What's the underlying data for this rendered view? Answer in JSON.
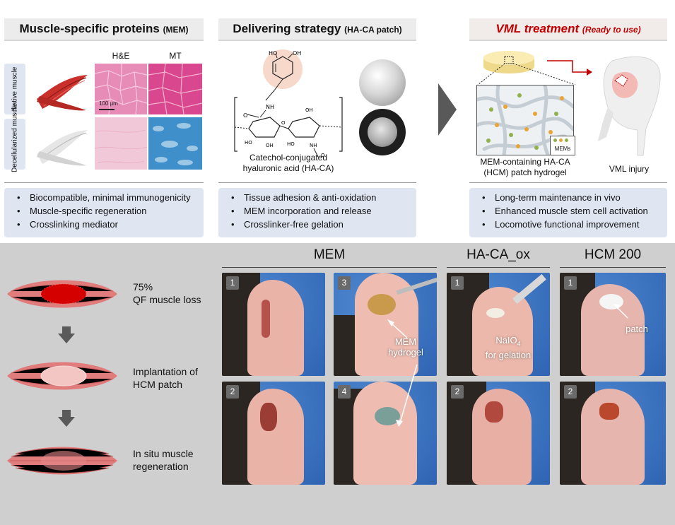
{
  "headers": {
    "mem": {
      "title": "Muscle-specific proteins",
      "sub": "(MEM)"
    },
    "delivery": {
      "title": "Delivering strategy",
      "sub": "(HA-CA patch)"
    },
    "vml": {
      "title": "VML treatment",
      "sub": "(Ready to use)"
    }
  },
  "histology": {
    "col1": "H&E",
    "col2": "MT",
    "row1": "Native muscle",
    "row2": "Decellularized muscle",
    "scale": "100 μm"
  },
  "molecule": {
    "caption_line1": "Catechol-conjugated",
    "caption_line2": "hyaluronic  acid (HA-CA)"
  },
  "patch": {
    "caption_line1": "MEM-containing HA-CA",
    "caption_line2": "(HCM) patch hydrogel",
    "mems_label": "MEMs",
    "injury_label": "VML injury"
  },
  "bullets": {
    "mem": [
      "Biocompatible, minimal immunogenicity",
      "Muscle-specific regeneration",
      "Crosslinking mediator"
    ],
    "delivery": [
      "Tissue adhesion & anti-oxidation",
      "MEM incorporation and release",
      "Crosslinker-free gelation"
    ],
    "vml": [
      "Long-term maintenance in vivo",
      "Enhanced muscle stem cell activation",
      "Locomotive functional improvement"
    ]
  },
  "steps": [
    {
      "line1": "75%",
      "line2": "QF muscle loss"
    },
    {
      "line1": "Implantation of",
      "line2": "HCM patch"
    },
    {
      "line1": "In situ muscle",
      "line2": "regeneration"
    }
  ],
  "groups": {
    "mem": "MEM",
    "haca": "HA-CA_ox",
    "hcm": "HCM 200"
  },
  "photos": {
    "n1": "1",
    "n2": "2",
    "n3": "3",
    "n4": "4",
    "mem_hydrogel_1": "MEM",
    "mem_hydrogel_2": "hydrogel",
    "naio_1": "NaIO",
    "naio_sub": "4",
    "naio_2": "for gelation",
    "patch": "patch"
  },
  "colors": {
    "vml_title": "#c00000",
    "bullet_box": "#dfe6f2",
    "bottom_panel": "#cfcfcf",
    "muscle": "#e06a6a",
    "gloves": "#3a78c8"
  }
}
